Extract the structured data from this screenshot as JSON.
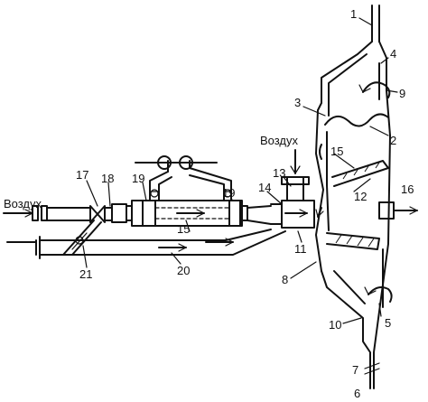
{
  "labels": {
    "air_top": "Воздух",
    "air_left": "Воздух",
    "n1": "1",
    "n2": "2",
    "n3": "3",
    "n4": "4",
    "n5": "5",
    "n6": "6",
    "n7": "7",
    "n8": "8",
    "n9": "9",
    "n10": "10",
    "n11": "11",
    "n12": "12",
    "n13": "13",
    "n14": "14",
    "n15a": "15",
    "n15b": "15",
    "n16": "16",
    "n17": "17",
    "n18": "18",
    "n19a": "19",
    "n19b": "19",
    "n20": "20",
    "n21": "21"
  }
}
